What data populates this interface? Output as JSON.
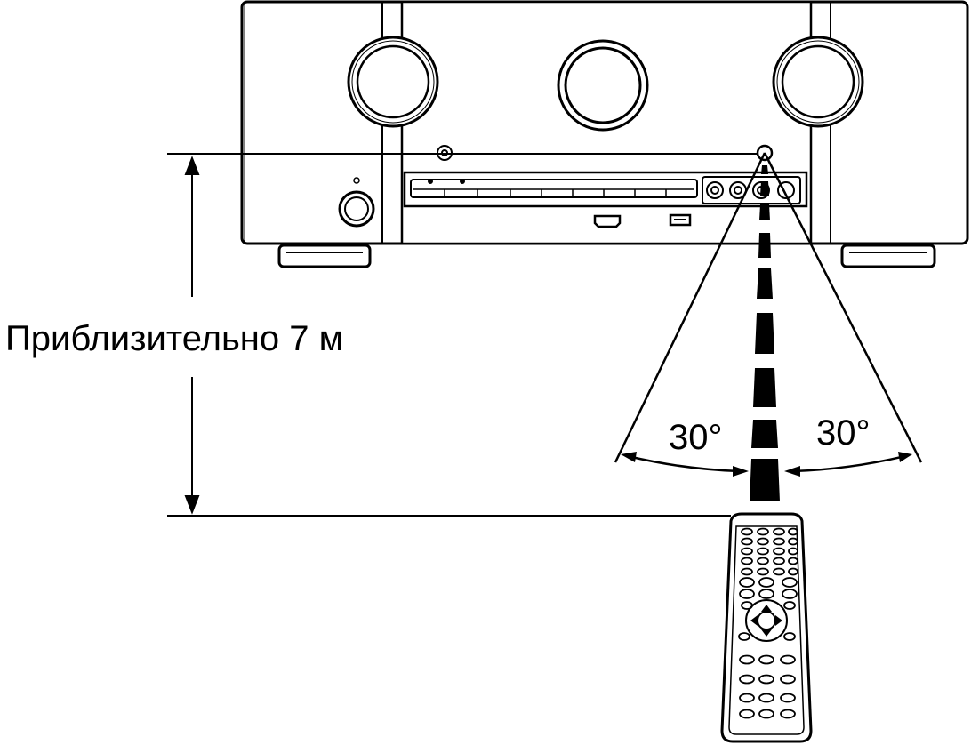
{
  "diagram": {
    "distance_label": "Приблизительно 7 м",
    "angle_left_label": "30°",
    "angle_right_label": "30°"
  }
}
